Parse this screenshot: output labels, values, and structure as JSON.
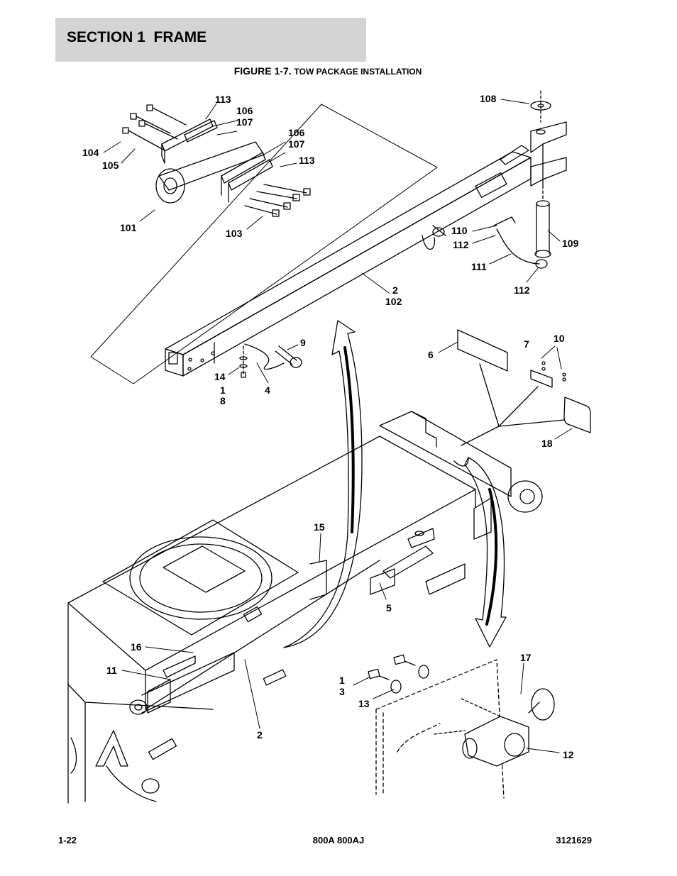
{
  "header": {
    "section_title": "SECTION 1  FRAME",
    "figure_prefix": "FIGURE 1-7.",
    "figure_title": "TOW PACKAGE INSTALLATION"
  },
  "callouts": {
    "c113a": "113",
    "c106a": "106",
    "c107a": "107",
    "c106b": "106",
    "c107b": "107",
    "c113b": "113",
    "c104": "104",
    "c105": "105",
    "c101": "101",
    "c103": "103",
    "c108": "108",
    "c110": "110",
    "c112a": "112",
    "c109": "109",
    "c111": "111",
    "c112b": "112",
    "c2a": "2",
    "c102": "102",
    "c9": "9",
    "c14": "14",
    "c1a": "1",
    "c8": "8",
    "c4": "4",
    "c6": "6",
    "c7": "7",
    "c10": "10",
    "c18": "18",
    "c15": "15",
    "c5": "5",
    "c16": "16",
    "c11": "11",
    "c1b": "1",
    "c3": "3",
    "c13": "13",
    "c17": "17",
    "c2b": "2",
    "c12": "12"
  },
  "footer": {
    "page": "1-22",
    "model": "800A 800AJ",
    "doc_number": "3121629"
  }
}
